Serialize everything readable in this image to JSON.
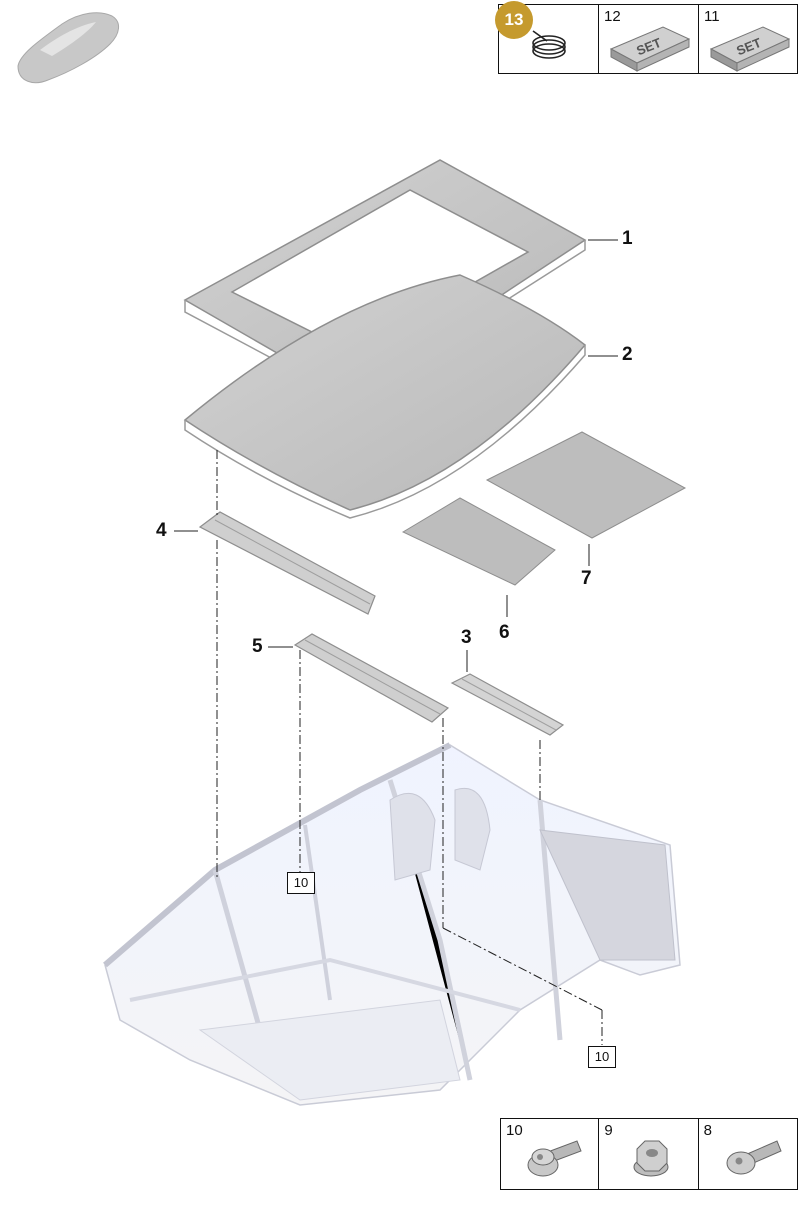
{
  "top_legend": [
    {
      "number": "13",
      "icon": "spring-clip-icon",
      "highlighted": true
    },
    {
      "number": "12",
      "icon": "set-box-icon",
      "text": "SET"
    },
    {
      "number": "11",
      "icon": "set-box-icon",
      "text": "SET"
    }
  ],
  "bottom_legend": [
    {
      "number": "10",
      "icon": "flange-bolt-icon"
    },
    {
      "number": "9",
      "icon": "hex-nut-icon"
    },
    {
      "number": "8",
      "icon": "round-head-bolt-icon"
    }
  ],
  "parts": {
    "p1": "1",
    "p2": "2",
    "p3": "3",
    "p4": "4",
    "p5": "5",
    "p6": "6",
    "p7": "7"
  },
  "ref_boxes": {
    "r1": "10",
    "r2": "10"
  },
  "colors": {
    "accent": "#c59a2e",
    "part_fill": "#c9c9c9",
    "body_fill": "#e6e6ec"
  }
}
